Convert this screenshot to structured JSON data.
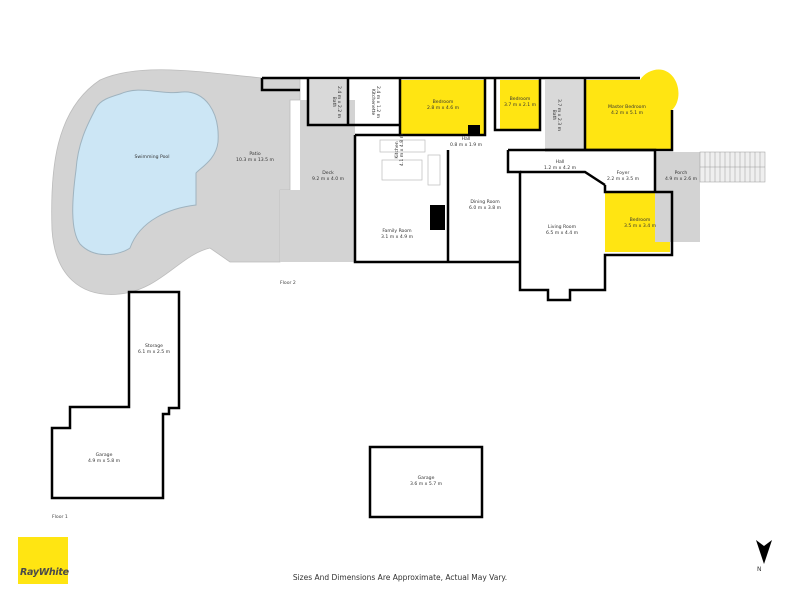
{
  "floor_plan": {
    "floors": [
      {
        "label": "Floor 2",
        "rooms": [
          {
            "name": "Swimming Pool",
            "dims": ""
          },
          {
            "name": "Patio",
            "dims": "10.3 m x 13.5 m"
          },
          {
            "name": "Deck",
            "dims": "9.2 m x 4.0 m"
          },
          {
            "name": "Bath",
            "dims": "2.4 m x 2.2 m"
          },
          {
            "name": "Kitchenette",
            "dims": "2.4 m x 1.2 m"
          },
          {
            "name": "Bedroom",
            "dims": "2.8 m x 4.6 m"
          },
          {
            "name": "Bedroom",
            "dims": "3.7 m x 2.1 m"
          },
          {
            "name": "Bath",
            "dims": "3.7 m x 2.3 m"
          },
          {
            "name": "Master Bedroom",
            "dims": "4.2 m x 5.1 m"
          },
          {
            "name": "Kitchen",
            "dims": "4.1 m x 4.8 m"
          },
          {
            "name": "Hall",
            "dims": "0.8 m x 1.9 m"
          },
          {
            "name": "Hall",
            "dims": "1.2 m x 4.2 m"
          },
          {
            "name": "Foyer",
            "dims": "2.2 m x 3.5 m"
          },
          {
            "name": "Porch",
            "dims": "4.9 m x 2.6 m"
          },
          {
            "name": "Family Room",
            "dims": "3.1 m x 4.9 m"
          },
          {
            "name": "Dining Room",
            "dims": "6.0 m x 3.8 m"
          },
          {
            "name": "Living Room",
            "dims": "6.5 m x 4.4 m"
          },
          {
            "name": "Bedroom",
            "dims": "3.5 m x 3.4 m"
          }
        ]
      },
      {
        "label": "Floor 1",
        "rooms": [
          {
            "name": "Storage",
            "dims": "6.1 m x 2.5 m"
          },
          {
            "name": "Garage",
            "dims": "4.9 m x 5.8 m"
          },
          {
            "name": "Garage",
            "dims": "3.6 m x 5.7 m"
          }
        ]
      }
    ],
    "colors": {
      "bedroom": "#ffe512",
      "outdoor": "#d3d3d3",
      "pool": "#cce6f5",
      "wet_area": "#d9d9d9",
      "wall": "#000000"
    }
  },
  "footer": {
    "brand": "RayWhite",
    "brand_color": "#ffe512",
    "disclaimer": "Sizes And Dimensions Are Approximate, Actual May Vary.",
    "north_label": "N",
    "north_icon": "north-arrow-icon"
  }
}
